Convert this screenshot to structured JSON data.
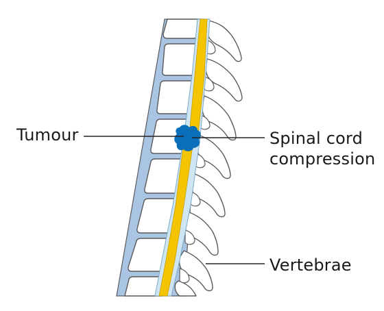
{
  "labels": {
    "tumour": "Tumour",
    "compression_line1": "Spinal cord",
    "compression_line2": "compression",
    "vertebrae": "Vertebrae"
  },
  "colors": {
    "disc": "#aac4e4",
    "vertebra_fill": "#ffffff",
    "outline": "#5a5a5a",
    "canal": "#cfe6f2",
    "cord": "#f5c400",
    "tumour": "#0a6fb8",
    "leader": "#222222",
    "text": "#1a1a1a"
  }
}
